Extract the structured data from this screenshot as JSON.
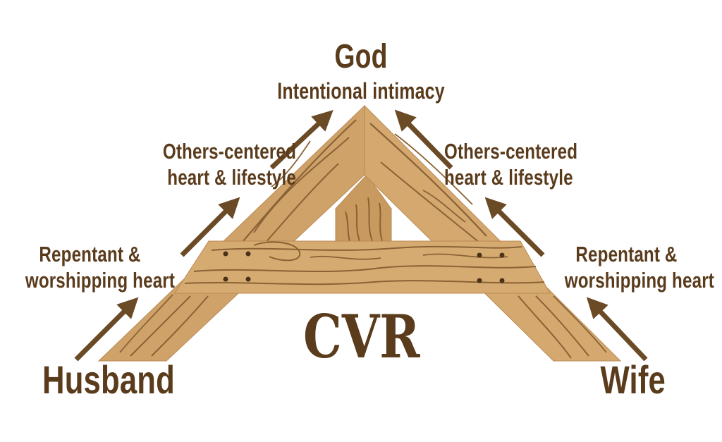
{
  "diagram": {
    "top_label": "God",
    "apex_caption": "Intentional intimacy",
    "left_mid": [
      "Others-centered",
      "heart & lifestyle"
    ],
    "right_mid": [
      "Others-centered",
      "heart & lifestyle"
    ],
    "left_low": [
      "Repentant &",
      "worshipping heart"
    ],
    "right_low": [
      "Repentant &",
      "worshipping heart"
    ],
    "left_base": "Husband",
    "right_base": "Wife",
    "center_logo": "CVR"
  },
  "colors": {
    "text": "#5a3b1c",
    "arrow": "#6b4a26",
    "wood": "#cfa26a",
    "wood_light": "#d9b07a",
    "wood_dark": "#8a6234",
    "wood_edge": "#b98a52",
    "nail": "#4a3218"
  }
}
